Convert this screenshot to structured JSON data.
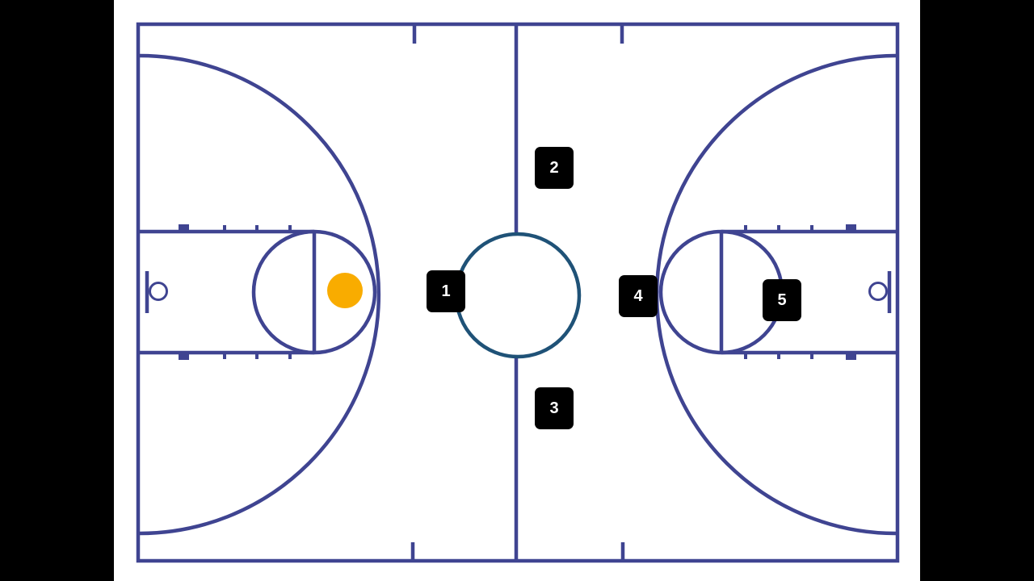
{
  "court": {
    "line_color": "#3f4491",
    "center_circle_color": "#1f5277",
    "surface_color": "#ffffff",
    "background_color": "#000000"
  },
  "players": [
    {
      "id": "p1",
      "label": "1"
    },
    {
      "id": "p2",
      "label": "2"
    },
    {
      "id": "p3",
      "label": "3"
    },
    {
      "id": "p4",
      "label": "4"
    },
    {
      "id": "p5",
      "label": "5"
    }
  ],
  "ball": {
    "color": "#f9ac00"
  },
  "player_style": {
    "fill": "#000000",
    "text_color": "#ffffff"
  }
}
